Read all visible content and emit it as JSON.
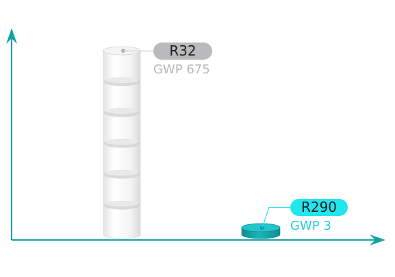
{
  "chart_data": {
    "type": "bar",
    "categories": [
      "R32",
      "R290"
    ],
    "values": [
      675,
      3
    ],
    "value_labels": [
      "GWP 675",
      "GWP 3"
    ],
    "xlabel": "",
    "ylabel": "",
    "ylim": [
      0,
      675
    ],
    "grid": false,
    "legend": "none",
    "series_colors": [
      "#d9dadb",
      "#19b5b8"
    ],
    "label_pill_colors": [
      "#b9babb",
      "#22e6ee"
    ],
    "value_label_colors": [
      "#b7b7b7",
      "#20d0d6"
    ],
    "axis_color": "#12a3a5"
  }
}
